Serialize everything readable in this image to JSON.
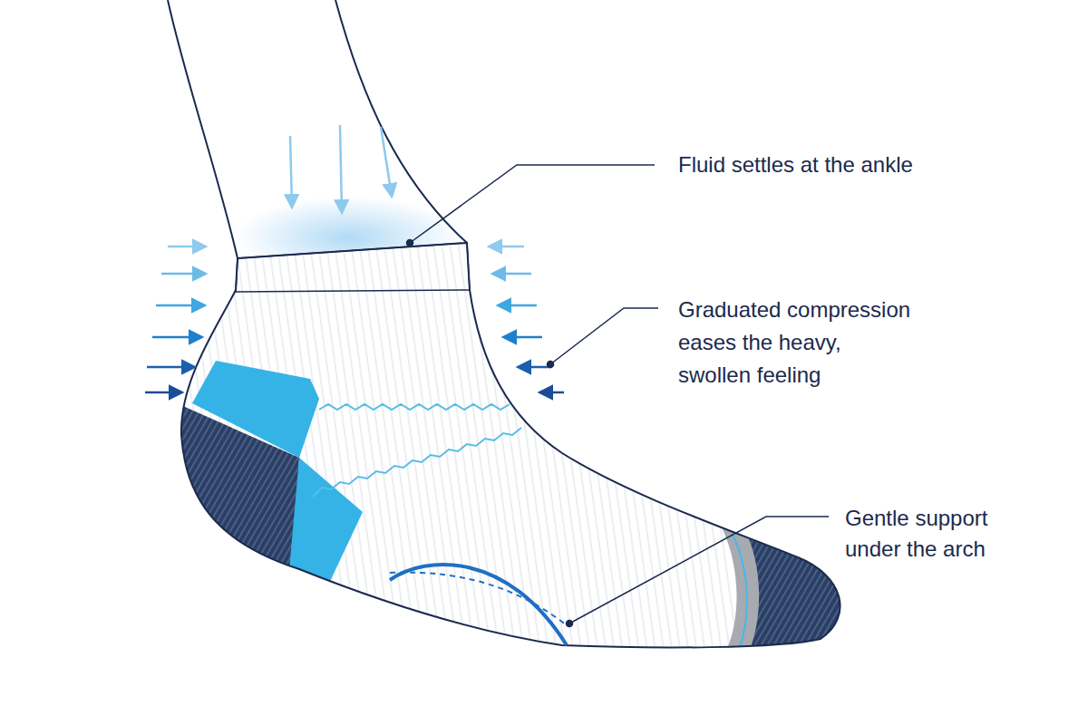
{
  "diagram": {
    "labels": [
      "Fluid settles at the ankle",
      "Graduated compression eases the heavy, swollen feeling",
      "Gentle support under the arch"
    ]
  }
}
